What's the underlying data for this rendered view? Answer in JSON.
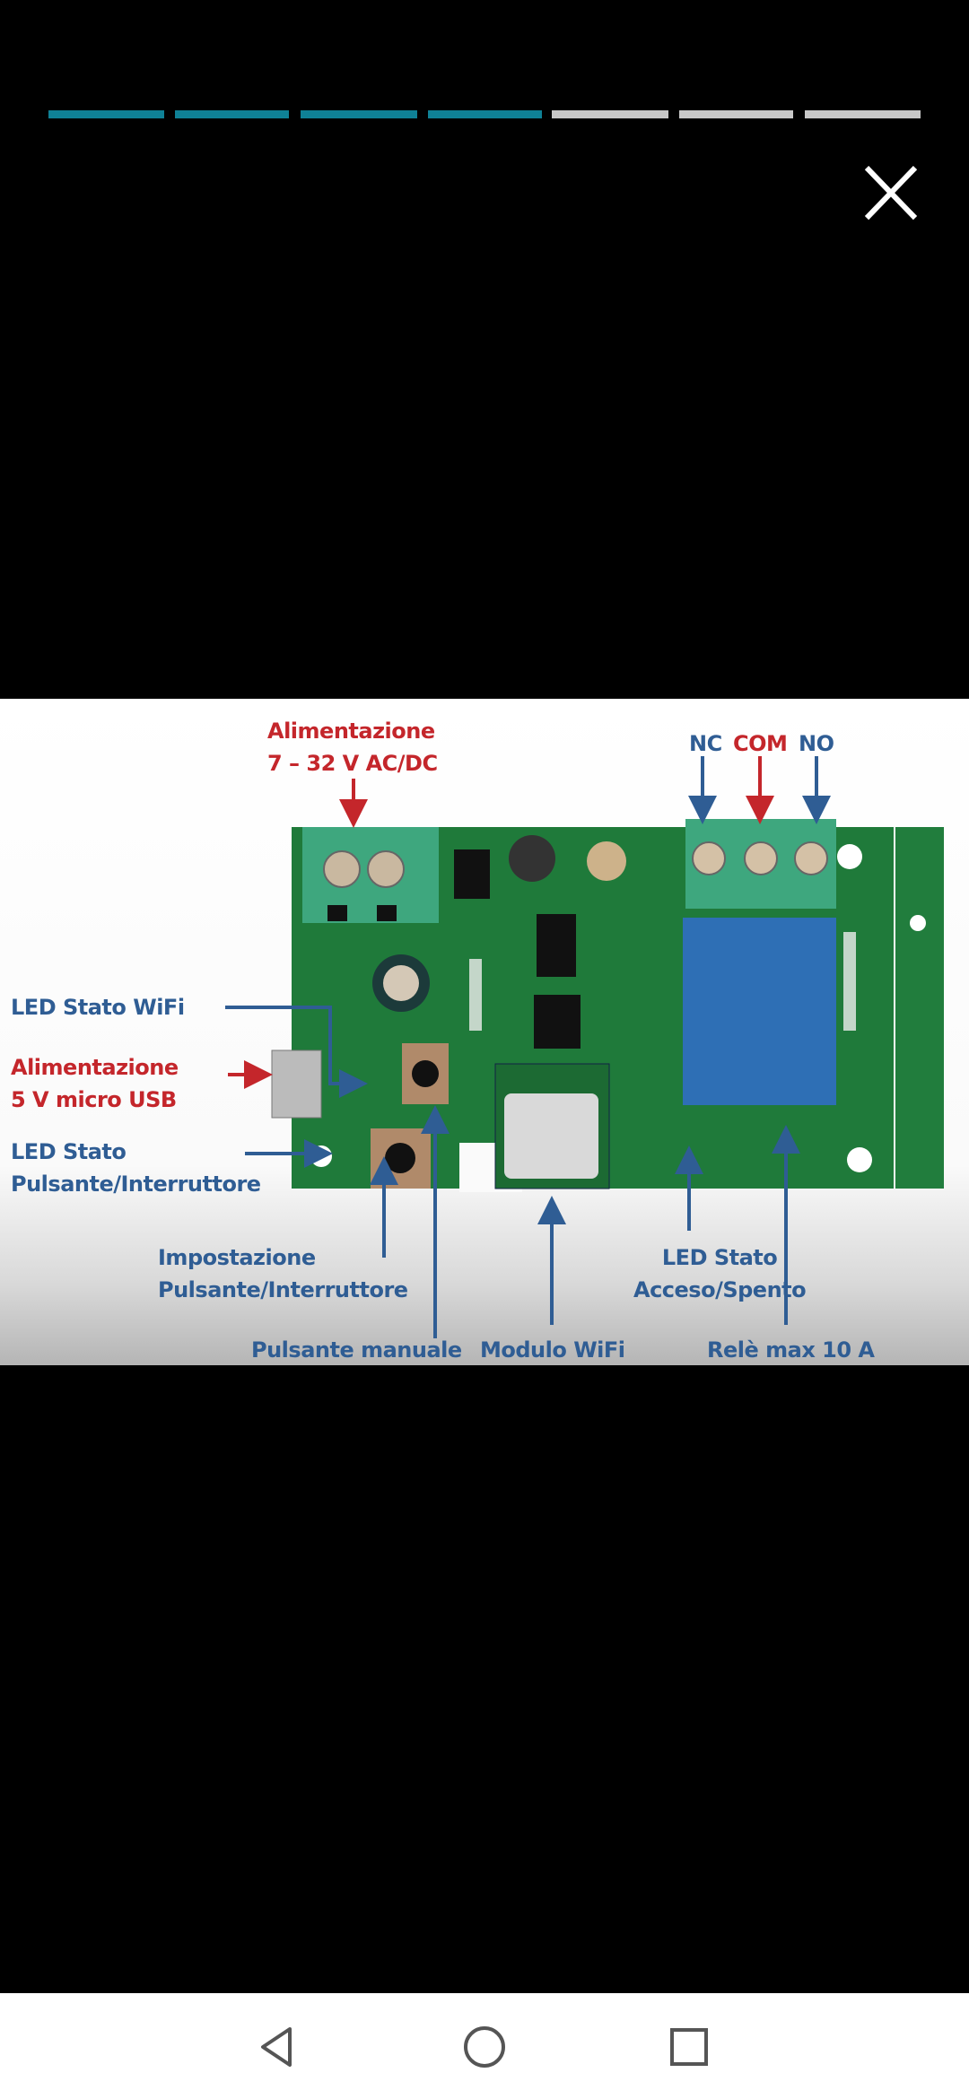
{
  "story_progress": {
    "total_segments": 7,
    "viewed_segments": 4,
    "active_color": "#0f8196",
    "inactive_color": "#c8c8c8"
  },
  "close_icon": "close-icon",
  "diagram": {
    "power_label": {
      "line1": "Alimentazione",
      "line2": "7 – 32 V AC/DC"
    },
    "relay_terminals": {
      "nc": "NC",
      "com": "COM",
      "no": "NO"
    },
    "led_wifi": "LED Stato WiFi",
    "usb_power": {
      "line1": "Alimentazione",
      "line2": "5 V micro USB"
    },
    "led_button": {
      "line1": "LED Stato",
      "line2": "Pulsante/Interruttore"
    },
    "setting": {
      "line1": "Impostazione",
      "line2": "Pulsante/Interruttore"
    },
    "led_onoff": {
      "line1": "LED Stato",
      "line2": "Acceso/Spento"
    },
    "manual_button": "Pulsante manuale",
    "wifi_module": "Modulo WiFi",
    "relay": "Relè max 10 A",
    "colors": {
      "blue": "#2f5d94",
      "red": "#c4262b",
      "board": "#1f7a3a"
    }
  },
  "nav": {
    "back": "back-icon",
    "home": "home-icon",
    "recents": "recents-icon"
  }
}
